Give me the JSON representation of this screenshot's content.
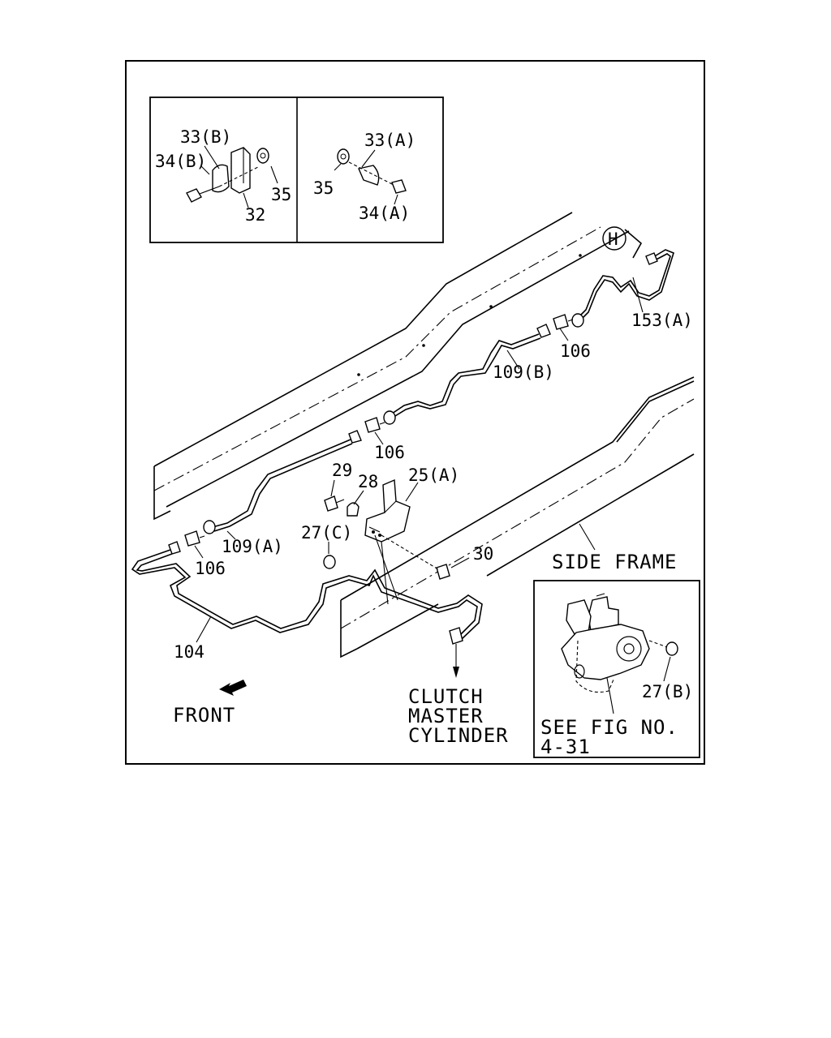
{
  "labels": {
    "l33b": "33(B)",
    "l34b": "34(B)",
    "l32": "32",
    "l35a": "35",
    "l33a": "33(A)",
    "l35b": "35",
    "l34a": "34(A)",
    "lH": "H",
    "l153a": "153(A)",
    "l106a": "106",
    "l109b": "109(B)",
    "l106b": "106",
    "l29": "29",
    "l28": "28",
    "l25a": "25(A)",
    "l27c": "27(C)",
    "l30": "30",
    "l109a": "109(A)",
    "l106c": "106",
    "l104": "104",
    "lFront": "FRONT",
    "lSideFrame": "SIDE FRAME",
    "lClutch1": "CLUTCH",
    "lClutch2": "MASTER",
    "lClutch3": "CYLINDER",
    "l27b": "27(B)",
    "lSee1": "SEE FIG NO.",
    "lSee2": "4-31"
  }
}
